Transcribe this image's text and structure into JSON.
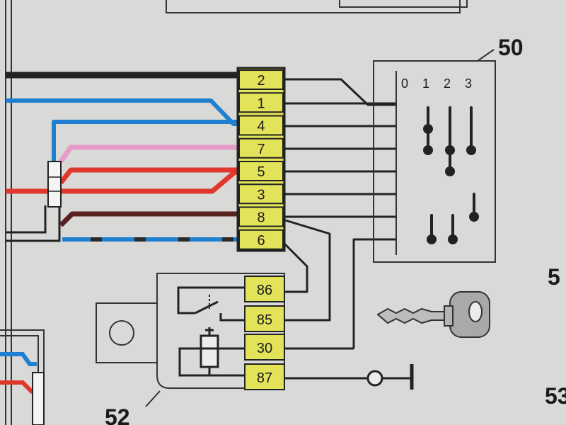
{
  "connector_block": {
    "pins": [
      "2",
      "1",
      "4",
      "7",
      "5",
      "3",
      "8",
      "6"
    ]
  },
  "relay_block": {
    "pins": [
      "86",
      "85",
      "30",
      "87"
    ],
    "ref_label": "52"
  },
  "ignition_switch": {
    "ref_label": "50",
    "positions": [
      "0",
      "1",
      "2",
      "3"
    ]
  },
  "margin_labels": [
    "5",
    "53"
  ],
  "colors": {
    "paper": "#d9d9d7",
    "pin_fill": "#e3e35a",
    "wire_black": "#222222",
    "wire_blue": "#1f7fd0",
    "wire_red": "#e0382c",
    "wire_pink": "#e69bc8",
    "wire_brown": "#5a2320",
    "dash_dark": "#2a2a2a"
  },
  "icons": [
    "key-icon",
    "ground-terminal-icon",
    "relay-coil-icon",
    "relay-contact-icon"
  ]
}
